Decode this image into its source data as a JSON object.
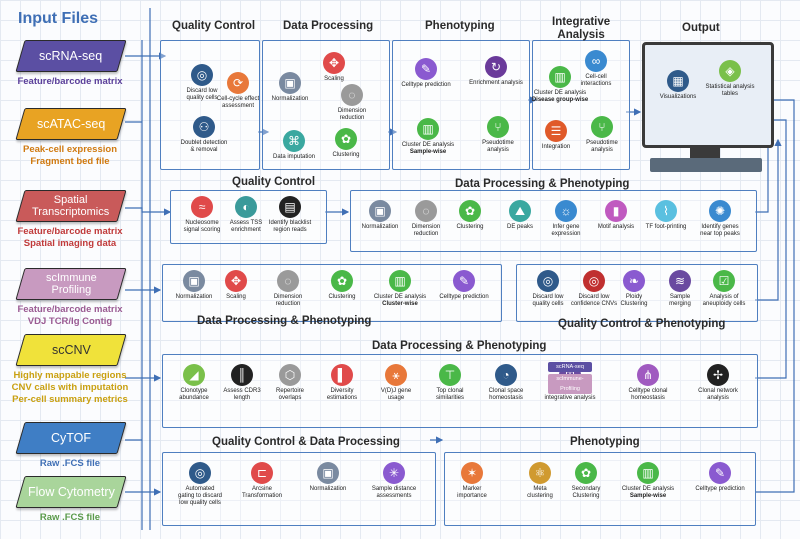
{
  "title": "Input Files",
  "inputs": [
    {
      "label": "scRNA-seq",
      "desc": [
        "Feature/barcode matrix"
      ],
      "fill": "#5b4fa3",
      "text": "#ffffff",
      "desc_color": "#5b3f9a"
    },
    {
      "label": "scATAC-seq",
      "desc": [
        "Peak-cell expression",
        "Fragment bed file"
      ],
      "fill": "#e8a323",
      "text": "#ffffff",
      "desc_color": "#d07a10"
    },
    {
      "label": "Spatial\nTranscriptomics",
      "desc": [
        "Feature/barcode matrix",
        "Spatial imaging data"
      ],
      "fill": "#c95a5a",
      "text": "#ffffff",
      "desc_color": "#c03a3a"
    },
    {
      "label": "scImmune\nProfiling",
      "desc": [
        "Feature/barcode matrix",
        "VDJ TCR/Ig Contig"
      ],
      "fill": "#c89ac0",
      "text": "#ffffff",
      "desc_color": "#9a5a92"
    },
    {
      "label": "scCNV",
      "desc": [
        "Highly mappable regions",
        "CNV calls with imputation",
        "Per-cell summary metrics"
      ],
      "fill": "#f0e23a",
      "text": "#333333",
      "desc_color": "#c9a010"
    },
    {
      "label": "CyTOF",
      "desc": [
        "Raw .FCS file"
      ],
      "fill": "#3f7ec5",
      "text": "#ffffff",
      "desc_color": "#3f6fb5"
    },
    {
      "label": "Flow Cytometry",
      "desc": [
        "Raw .FCS file"
      ],
      "fill": "#a9d59b",
      "text": "#ffffff",
      "desc_color": "#5a9a4a"
    }
  ],
  "sections": {
    "qc1": "Quality Control",
    "dp1": "Data Processing",
    "pheno1": "Phenotyping",
    "integ": "Integrative\nAnalysis",
    "output": "Output",
    "qc_atac": "Quality Control",
    "dp_atac": "Data Processing & Phenotyping",
    "dp_immune": "Data Processing & Phenotyping",
    "qc_cnv": "Quality Control & Phenotyping",
    "dp_immune2": "Data Processing & Phenotyping",
    "qc_cytof": "Quality Control & Data Processing",
    "pheno_cytof": "Phenotyping"
  },
  "nodes": {
    "rna": [
      {
        "label": "Discard low\nquality cells",
        "icon": "target-icon",
        "color": "#2f5a8a"
      },
      {
        "label": "Cell-cycle effect\nassessment",
        "icon": "cycle-icon",
        "color": "#e8783a"
      },
      {
        "label": "Doublet detection\n& removal",
        "icon": "doublet-icon",
        "color": "#2f5a8a"
      },
      {
        "label": "Normalization",
        "icon": "cube-icon",
        "color": "#7a8aa0"
      },
      {
        "label": "Scaling",
        "icon": "scale-icon",
        "color": "#e04a4a"
      },
      {
        "label": "Dimension\nreduction",
        "icon": "dimension-icon",
        "color": "#9a9a9a"
      },
      {
        "label": "Data imputation",
        "icon": "network-icon",
        "color": "#3aa8a0"
      },
      {
        "label": "Clustering",
        "icon": "cluster-icon",
        "color": "#4ab848"
      },
      {
        "label": "Celltype prediction",
        "icon": "pen-icon",
        "color": "#8a5ad0"
      },
      {
        "label": "Enrichment analysis",
        "icon": "enrich-icon",
        "color": "#6a3a9a"
      },
      {
        "label": "Cluster DE analysis",
        "bold": "Sample-wise",
        "icon": "bars-icon",
        "color": "#4ab848"
      },
      {
        "label": "Pseudotime\nanalysis",
        "icon": "pseudotime-icon",
        "color": "#4ab848"
      },
      {
        "label": "Cluster DE analysis",
        "bold": "Disease group-wise",
        "icon": "bars-icon",
        "color": "#4ab848"
      },
      {
        "label": "Cell-cell\ninteractions",
        "icon": "link-icon",
        "color": "#3a8ad0"
      },
      {
        "label": "Integration",
        "icon": "stack-icon",
        "color": "#e05a2a"
      },
      {
        "label": "Pseudotime\nanalysis",
        "icon": "pseudotime-icon",
        "color": "#4ab848"
      }
    ],
    "output": [
      {
        "label": "Visualizations",
        "icon": "heatmap-icon",
        "color": "#2f5a8a"
      },
      {
        "label": "Statistical analysis\ntables",
        "icon": "box3d-icon",
        "color": "#7ac04a"
      }
    ],
    "atac_qc": [
      {
        "label": "Nucleosome\nsignal scoring",
        "icon": "dna-icon",
        "color": "#e04a4a"
      },
      {
        "label": "Assess TSS\nenrichment",
        "icon": "tss-icon",
        "color": "#3a9a9a"
      },
      {
        "label": "Identify blacklist\nregion reads",
        "icon": "brick-icon",
        "color": "#222222"
      }
    ],
    "atac_dp": [
      {
        "label": "Normalization",
        "icon": "cube-icon",
        "color": "#7a8aa0"
      },
      {
        "label": "Dimension\nreduction",
        "icon": "dimension-icon",
        "color": "#9a9a9a"
      },
      {
        "label": "Clustering",
        "icon": "cluster-icon",
        "color": "#4ab848"
      },
      {
        "label": "DE peaks",
        "icon": "peaks-icon",
        "color": "#3aa8a0"
      },
      {
        "label": "Infer gene\nexpression",
        "icon": "infer-icon",
        "color": "#3a8ad0"
      },
      {
        "label": "Motif analysis",
        "icon": "motif-icon",
        "color": "#c05ac0"
      },
      {
        "label": "TF foot-printing",
        "icon": "footprint-icon",
        "color": "#5ac0e0"
      },
      {
        "label": "Identify genes\nnear top peaks",
        "icon": "genes-icon",
        "color": "#3a8ad0"
      }
    ],
    "immune_dp": [
      {
        "label": "Normalization",
        "icon": "cube-icon",
        "color": "#7a8aa0"
      },
      {
        "label": "Scaling",
        "icon": "scale-icon",
        "color": "#e04a4a"
      },
      {
        "label": "Dimension\nreduction",
        "icon": "dimension-icon",
        "color": "#9a9a9a"
      },
      {
        "label": "Clustering",
        "icon": "cluster-icon",
        "color": "#4ab848"
      },
      {
        "label": "Cluster DE analysis",
        "bold": "Cluster-wise",
        "icon": "bars-icon",
        "color": "#4ab848"
      },
      {
        "label": "Celltype prediction",
        "icon": "pen-icon",
        "color": "#8a5ad0"
      }
    ],
    "cnv_qc": [
      {
        "label": "Discard low\nquality cells",
        "icon": "target-icon",
        "color": "#2f5a8a"
      },
      {
        "label": "Discard low\nconfidence CNVs",
        "icon": "target-icon",
        "color": "#c03030"
      },
      {
        "label": "Ploidy\nClustering",
        "icon": "leaf-icon",
        "color": "#8a5ad0"
      },
      {
        "label": "Sample\nmerging",
        "icon": "layers-icon",
        "color": "#6a4aa0"
      },
      {
        "label": "Analysis of\naneuploidy cells",
        "icon": "checklist-icon",
        "color": "#4ab848"
      }
    ],
    "immune2": [
      {
        "label": "Clonotype\nabundance",
        "icon": "area-icon",
        "color": "#7ac04a"
      },
      {
        "label": "Assess CDR3\nlength",
        "icon": "barcode-icon",
        "color": "#222222"
      },
      {
        "label": "Repertoire\noverlaps",
        "icon": "overlap-icon",
        "color": "#9a9a9a"
      },
      {
        "label": "Diversity\nestimations",
        "icon": "diversity-icon",
        "color": "#e04a4a"
      },
      {
        "label": "V(D)J gene\nusage",
        "icon": "vdj-icon",
        "color": "#e8783a"
      },
      {
        "label": "Top clonal\nsimilarities",
        "icon": "tree-icon",
        "color": "#4ab848"
      },
      {
        "label": "Clonal space\nhomeostasis",
        "icon": "pie-icon",
        "color": "#2f5a8a"
      },
      {
        "label": "Multi-modal\nintegrative analysis",
        "icon": "multimodal-icon",
        "color": "#6a4aa0"
      },
      {
        "label": "Celltype clonal\nhomeostasis",
        "icon": "triad-icon",
        "color": "#a05ac0"
      },
      {
        "label": "Clonal network\nanalysis",
        "icon": "clonal-network-icon",
        "color": "#222222"
      }
    ],
    "multimodal_tags": [
      "scRNA-seq",
      "scImmune-Profiling"
    ],
    "cytof_qc": [
      {
        "label": "Automated\ngating to discard\nlow quality cells",
        "icon": "target-icon",
        "color": "#2f5a8a"
      },
      {
        "label": "Arcsine\nTransformation",
        "icon": "arcsine-icon",
        "color": "#e04a4a"
      },
      {
        "label": "Normalization",
        "icon": "cube-icon",
        "color": "#7a8aa0"
      },
      {
        "label": "Sample distance\nassessments",
        "icon": "distance-icon",
        "color": "#8a5ad0"
      }
    ],
    "cytof_pheno": [
      {
        "label": "Marker\nimportance",
        "icon": "marker-icon",
        "color": "#e8783a"
      },
      {
        "label": "Meta\nclustering",
        "icon": "meta-icon",
        "color": "#d09a30"
      },
      {
        "label": "Secondary\nClustering",
        "icon": "cluster-icon",
        "color": "#4ab848"
      },
      {
        "label": "Cluster DE analysis",
        "bold": "Sample-wise",
        "icon": "bars-icon",
        "color": "#4ab848"
      },
      {
        "label": "Celltype prediction",
        "icon": "pen-icon",
        "color": "#8a5ad0"
      }
    ]
  }
}
